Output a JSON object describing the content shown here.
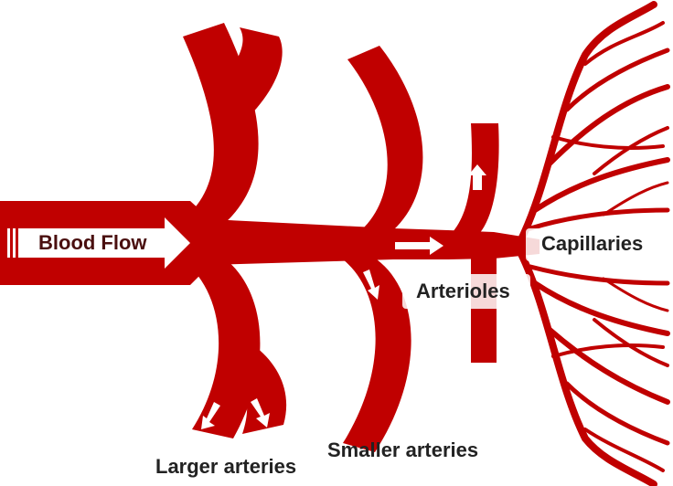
{
  "colors": {
    "vessel": "#c00000",
    "arrow": "#ffffff",
    "label_text": "#222222",
    "label_highlight": "#ffffff"
  },
  "labels": {
    "blood_flow": "Blood Flow",
    "capillaries": "Capillaries",
    "arterioles": "Arterioles",
    "smaller_arteries": "Smaller arteries",
    "larger_arteries": "Larger arteries"
  },
  "icons": {
    "flow_arrow": "right-arrow-icon",
    "small_arrow": "arrow-icon"
  }
}
